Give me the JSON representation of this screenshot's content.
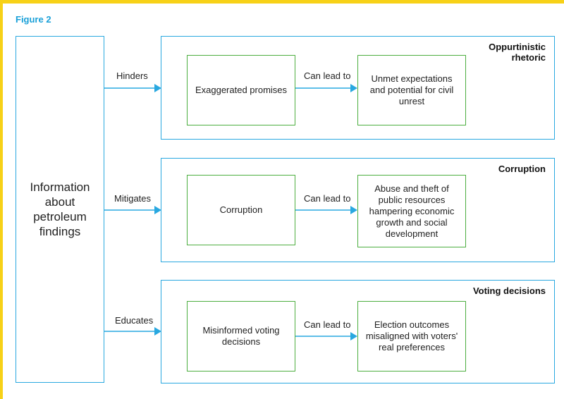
{
  "figure_label": "Figure 2",
  "source": {
    "text": "Information about petroleum findings"
  },
  "rows": [
    {
      "effect": "Hinders",
      "title": "Oppurtinistic rhetoric",
      "cause": "Exaggerated promises",
      "link": "Can lead to",
      "outcome": "Unmet expectations and potential for civil unrest"
    },
    {
      "effect": "Mitigates",
      "title": "Corruption",
      "cause": "Corruption",
      "link": "Can lead to",
      "outcome": "Abuse and theft of public resources hampering economic growth and social development"
    },
    {
      "effect": "Educates",
      "title": "Voting decisions",
      "cause": "Misinformed voting decisions",
      "link": "Can lead to",
      "outcome": "Election outcomes misaligned with voters' real preferences"
    }
  ],
  "colors": {
    "frame": "#f7d117",
    "accent_blue": "#29a8e0",
    "label_blue": "#1aa0d8",
    "box_green": "#4cae3f"
  }
}
